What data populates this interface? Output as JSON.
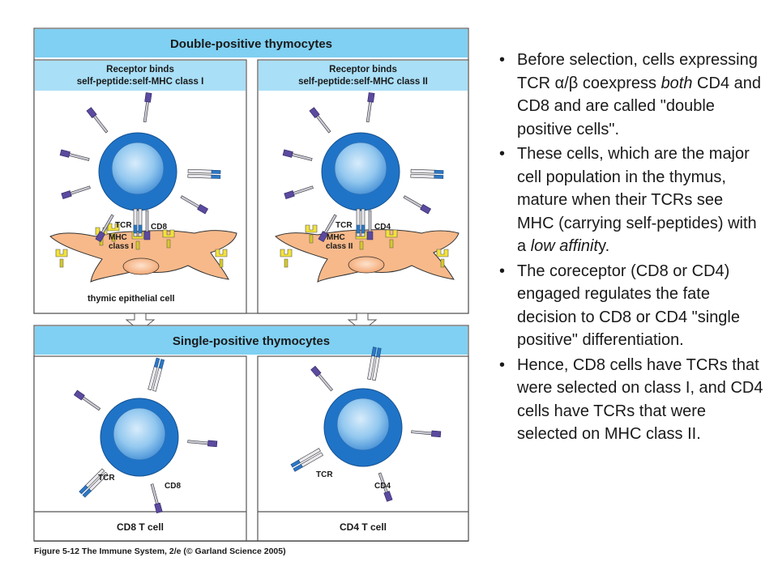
{
  "figure": {
    "top_title": "Double-positive thymocytes",
    "left_header": [
      "Receptor binds",
      "self-peptide:self-MHC class I"
    ],
    "right_header": [
      "Receptor binds",
      "self-peptide:self-MHC class II"
    ],
    "labels": {
      "tcr": "TCR",
      "cd8": "CD8",
      "cd4": "CD4",
      "mhc": "MHC",
      "class1": "class I",
      "class2": "class II",
      "epithelial": "thymic epithelial cell"
    },
    "bottom_title": "Single-positive thymocytes",
    "cd8_cell": "CD8 T cell",
    "cd4_cell": "CD4 T cell",
    "caption": "Figure 5-12 The Immune System, 2/e (© Garland Science 2005)"
  },
  "bullets": [
    {
      "parts": [
        {
          "t": "Before selection, cells expressing TCR "
        },
        {
          "t": "α/β"
        },
        {
          "t": " coexpress "
        },
        {
          "t": "both",
          "em": true
        },
        {
          "t": " CD4 and CD8 and are called \"double positive cells\"."
        }
      ]
    },
    {
      "parts": [
        {
          "t": "These cells, which are the major cell population in the thymus, mature when their TCRs see MHC (carrying self-peptides) with a "
        },
        {
          "t": "low affinit",
          "em": true
        },
        {
          "t": "y."
        }
      ]
    },
    {
      "parts": [
        {
          "t": "The coreceptor (CD8 or CD4) engaged regulates the fate decision to CD8 or CD4 \"single positive\" differentiation."
        }
      ]
    },
    {
      "parts": [
        {
          "t": "Hence, CD8 cells have TCRs that were selected on class I, and CD4 cells have TCRs that were selected on MHC class II."
        }
      ]
    }
  ],
  "colors": {
    "header_blue": "#7fd0f3",
    "cell_outer": "#1f74c8",
    "cell_inner": "#8fc6ee",
    "epithelial": "#f7b98a",
    "receptor_purple": "#5b4a9e",
    "mhc_yellow": "#f3e23a"
  }
}
